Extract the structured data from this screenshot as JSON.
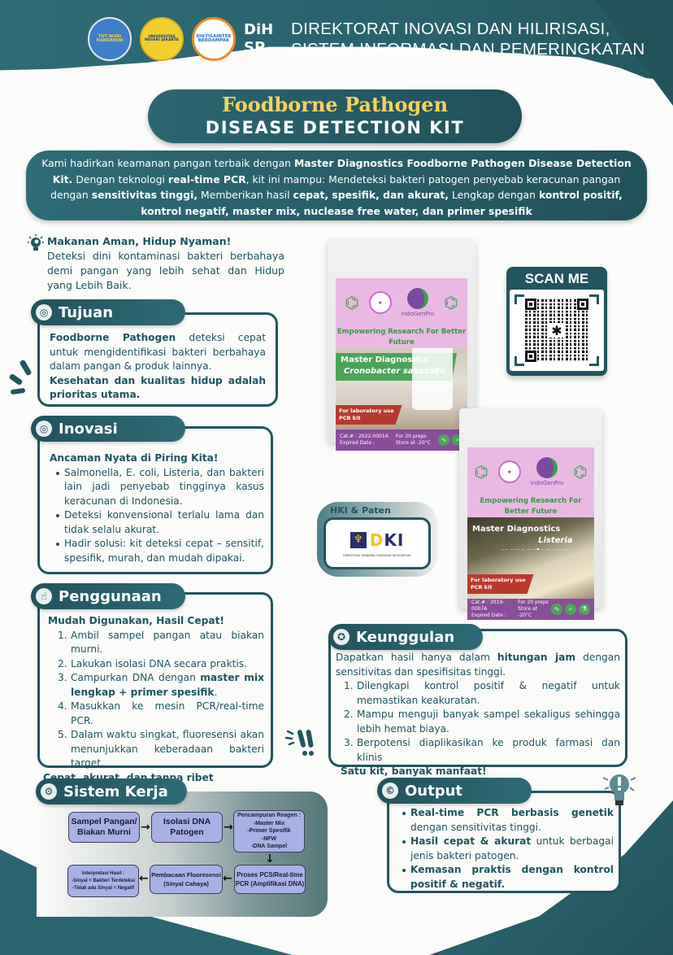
{
  "header": {
    "logos": [
      {
        "name": "tut-wuri-handayani-logo",
        "text": "TUT WURI HANDAYANI"
      },
      {
        "name": "unj-logo",
        "text": "UNIVERSITAS NEGERI JAKARTA"
      },
      {
        "name": "diktisaintek-berdampak-logo",
        "text": "DIKTISAINTEK BERDAMPAK"
      },
      {
        "name": "dihsp-logo",
        "line1": "DiH",
        "line2": "SP"
      }
    ],
    "title_line1": "DIREKTORAT INOVASI DAN HILIRISASI,",
    "title_line2": "SISTEM INFORMASI DAN PEMERINGKATAN"
  },
  "title": {
    "line1": "Foodborne Pathogen",
    "line2": "DISEASE DETECTION KIT"
  },
  "intro": {
    "p1": "Kami hadirkan keamanan pangan terbaik dengan ",
    "b1": "Master Diagnostics Foodborne Pathogen Disease Detection Kit.",
    "p2": " Dengan teknologi ",
    "b2": "real-time PCR",
    "p3": ", kit ini mampu: Mendeteksi bakteri patogen penyebab keracunan pangan dengan ",
    "b3": "sensitivitas tinggi,",
    "p4": " Memberikan hasil ",
    "b4": "cepat, spesifik, dan akurat,",
    "p5": " Lengkap dengan ",
    "b5": "kontrol positif, kontrol negatif, master mix, nuclease free water, dan primer spesifik"
  },
  "tagline": {
    "heading": "Makanan Aman, Hidup Nyaman!",
    "body": "Deteksi dini kontaminasi bakteri berbahaya demi pangan yang lebih sehat dan Hidup yang Lebih Baik."
  },
  "tujuan": {
    "label": "Tujuan",
    "b1": "Foodborne Pathogen",
    "t1": " deteksi cepat untuk mengidentifikasi bakteri berbahaya dalam pangan & produk lainnya.",
    "b2": "Kesehatan dan kualitas hidup adalah prioritas utama."
  },
  "inovasi": {
    "label": "Inovasi",
    "heading": "Ancaman Nyata di Piring Kita!",
    "items": [
      "Salmonella, E. coli, Listeria, dan bakteri lain jadi penyebab tingginya kasus keracunan di Indonesia.",
      "Deteksi konvensional terlalu lama dan tidak selalu akurat.",
      "Hadir solusi: kit deteksi cepat – sensitif, spesifik, murah, dan mudah dipakai."
    ]
  },
  "penggunaan": {
    "label": "Penggunaan",
    "heading": "Mudah Digunakan, Hasil Cepat!",
    "steps": [
      {
        "n": "1.",
        "text": "Ambil sampel pangan atau biakan murni."
      },
      {
        "n": "2.",
        "text": "Lakukan isolasi DNA secara praktis."
      },
      {
        "n": "3.",
        "text": "Campurkan DNA dengan ",
        "bold": "master mix lengkap + primer spesifik",
        "after": "."
      },
      {
        "n": "4.",
        "text": "Masukkan ke mesin PCR/real-time PCR."
      },
      {
        "n": "5.",
        "text": "Dalam waktu singkat, fluoresensi akan menunjukkan keberadaan bakteri target."
      }
    ],
    "footer": "Cepat, akurat, dan tanpa ribet"
  },
  "sistem_kerja": {
    "label": "Sistem Kerja",
    "boxes": {
      "sampel": "Sampel Pangan/ Biakan Murni",
      "isolasi": "Isolasi DNA Patogen",
      "pencampuran_title": "Pencampuran Reagen :",
      "pencampuran_items": [
        "-Master Mix",
        "-Primer Spesifik",
        "-NFW",
        "-DNA Sampel"
      ],
      "proses": "Proses PCS/Real-time PCR (Amplifikasi DNA)",
      "pembacaan": "Pembacaan Fluoresensi (Sinyal Cahaya)",
      "interpretasi_title": "Interpretasi Hasil :",
      "interpretasi_items": [
        "-Sinyal = Bakteri Terdeteksi",
        "-Tidak ada Sinyal = Negatif"
      ]
    },
    "arrows": {
      "right": "→",
      "left": "←",
      "down": "↓"
    }
  },
  "products": [
    {
      "brand": "IndoGenPro",
      "slogan": "Empowering Research For Better Future",
      "name": "Master Diagnostics",
      "species": "Cronobacter sakazakii",
      "lab_use": "For laboratory use",
      "kit": "PCR kit",
      "cat": "Cat.# : 2022-0001A",
      "expired": "Expired Date :",
      "preps": "For 20 preps",
      "store": "Store at -20°C"
    },
    {
      "brand": "IndoGenPro",
      "slogan": "Empowering Research For Better Future",
      "name": "Master Diagnostics",
      "species": "Listeria monocytogenes",
      "lab_use": "For laboratory use",
      "kit": "PCR kit",
      "cat": "Cat.# : 2019-0007A",
      "expired": "Expired Date :",
      "preps": "For 20 preps",
      "store": "Store at -20°C"
    }
  ],
  "qr": {
    "title": "SCAN ME",
    "center_icon": "✱"
  },
  "hki": {
    "title": "HKI & Paten",
    "logo_text_1": "D",
    "logo_text_2": "KI",
    "sub": "DIREKTORAT JENDERAL KEKAYAAN INTELEKTUAL"
  },
  "keunggulan": {
    "label": "Keunggulan",
    "p1": "Dapatkan hasil hanya dalam ",
    "b1": "hitungan jam",
    "p2": " dengan sensitivitas dan spesifisitas tinggi.",
    "items": [
      {
        "n": "1.",
        "text": "Dilengkapi kontrol positif & negatif untuk memastikan keakuratan."
      },
      {
        "n": "2.",
        "text": "Mampu menguji banyak sampel sekaligus sehingga lebih hemat biaya."
      },
      {
        "n": "3.",
        "text": "Berpotensi diaplikasikan ke produk farmasi dan klinis"
      }
    ],
    "footer": "Satu kit, banyak manfaat!"
  },
  "output": {
    "label": "Output",
    "items": [
      {
        "bold": "Real-time PCR berbasis genetik",
        "text": " dengan sensitivitas tinggi."
      },
      {
        "bold": "Hasil cepat & akurat",
        "text": " untuk berbagai jenis bakteri patogen."
      },
      {
        "bold": "Kemasan praktis dengan kontrol positif & negatif.",
        "text": ""
      }
    ]
  },
  "colors": {
    "primary_teal": "#23555e",
    "title_yellow": "#f7d35c",
    "flow_box": "#a9b0e6",
    "background": "#fbfbf9"
  }
}
